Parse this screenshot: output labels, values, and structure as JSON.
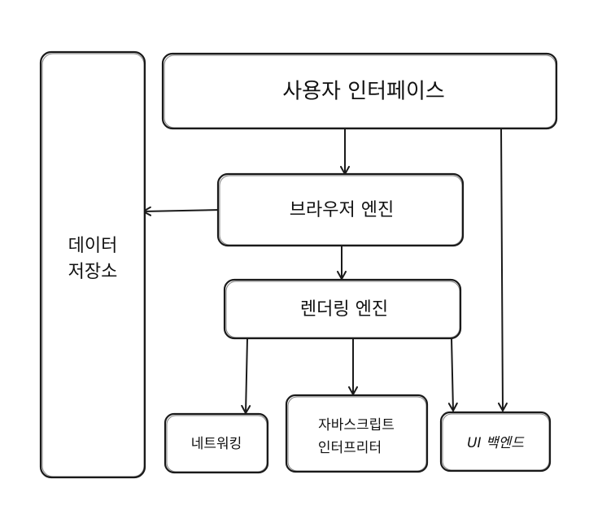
{
  "diagram": {
    "nodes": {
      "data_storage": {
        "lines": [
          "데이터",
          "저장소"
        ]
      },
      "user_interface": {
        "label": "사용자 인터페이스"
      },
      "browser_engine": {
        "label": "브라우저 엔진"
      },
      "rendering_engine": {
        "label": "렌더링 엔진"
      },
      "networking": {
        "label": "네트워킹"
      },
      "js_interpreter": {
        "lines": [
          "자바스크립트",
          "인터프리터"
        ]
      },
      "ui_backend": {
        "label": "UI 백엔드"
      }
    },
    "edges": [
      {
        "from": "user_interface",
        "to": "browser_engine"
      },
      {
        "from": "user_interface",
        "to": "ui_backend"
      },
      {
        "from": "browser_engine",
        "to": "data_storage"
      },
      {
        "from": "browser_engine",
        "to": "rendering_engine"
      },
      {
        "from": "rendering_engine",
        "to": "networking"
      },
      {
        "from": "rendering_engine",
        "to": "js_interpreter"
      },
      {
        "from": "rendering_engine",
        "to": "ui_backend"
      }
    ]
  }
}
